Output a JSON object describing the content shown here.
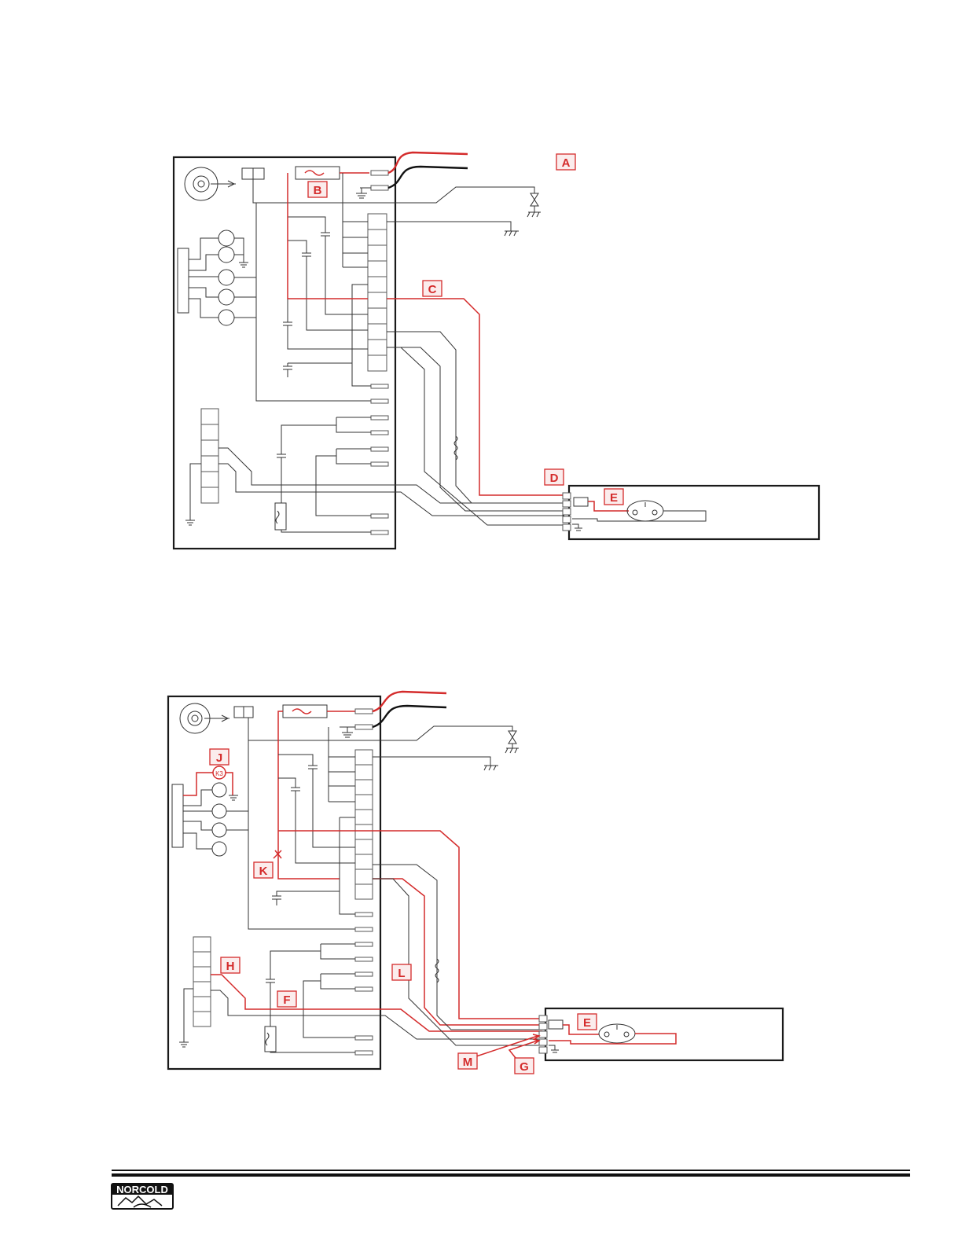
{
  "diagram_top": {
    "labels": [
      "A",
      "B",
      "C",
      "D",
      "E"
    ]
  },
  "diagram_bottom": {
    "labels": [
      "J",
      "K",
      "L",
      "H",
      "F",
      "E",
      "M",
      "G"
    ],
    "component_mark": "K3"
  },
  "footer": {
    "logo_text": "NORCOLD"
  },
  "colors": {
    "highlight": "#d42b2b",
    "wire": "#222222"
  }
}
